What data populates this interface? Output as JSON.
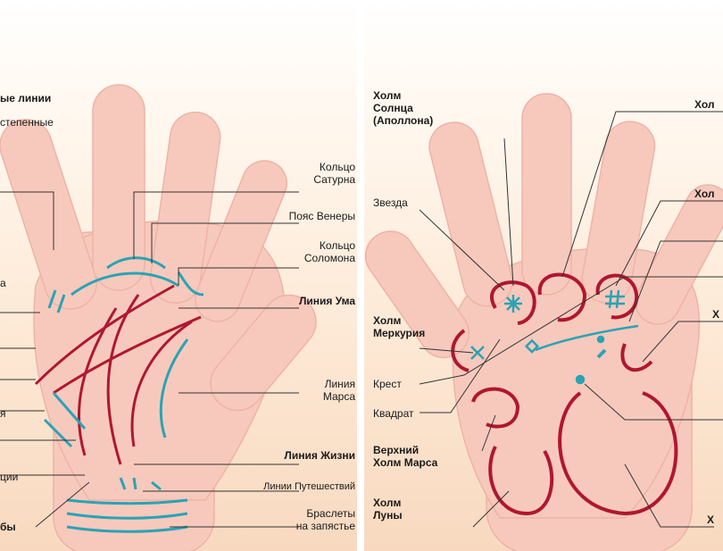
{
  "left_panel": {
    "labels": {
      "main_lines_title": "ые линии",
      "secondary_lines": "степенные",
      "ring_saturn": "Кольцо\nСатурна",
      "girdle_venus": "Пояс Венеры",
      "ring_solomon": "Кольцо\nСоломона",
      "head_line": "Линия Ума",
      "mars_line": "Линия\nМарса",
      "life_line": "Линия Жизни",
      "travel_lines": "Линии Путешествий",
      "bracelets": "Браслеты\nна запястье",
      "cut_a": "а",
      "cut_ya": "я",
      "cut_tsii": "ции",
      "cut_by": "бы"
    }
  },
  "right_panel": {
    "labels": {
      "mount_sun": "Холм\nСолнца\n(Аполлона)",
      "star": "Звезда",
      "mount_mercury": "Холм\nМеркурия",
      "cross": "Крест",
      "square": "Квадрат",
      "upper_mars": "Верхний\nХолм Марса",
      "mount_moon": "Холм\nЛуны",
      "cut_top": "Хол",
      "cut_mid": "Хол",
      "cut_x": "Х",
      "cut_bottom": "Х"
    }
  },
  "colors": {
    "skin": "#f7c9bd",
    "skin_shade": "#eeb3a5",
    "red_line": "#b0172f",
    "blue_line": "#2aa3b5",
    "leader": "#333333"
  },
  "icons": [
    "star-symbol",
    "cross-symbol",
    "square-symbol",
    "grid-symbol"
  ]
}
